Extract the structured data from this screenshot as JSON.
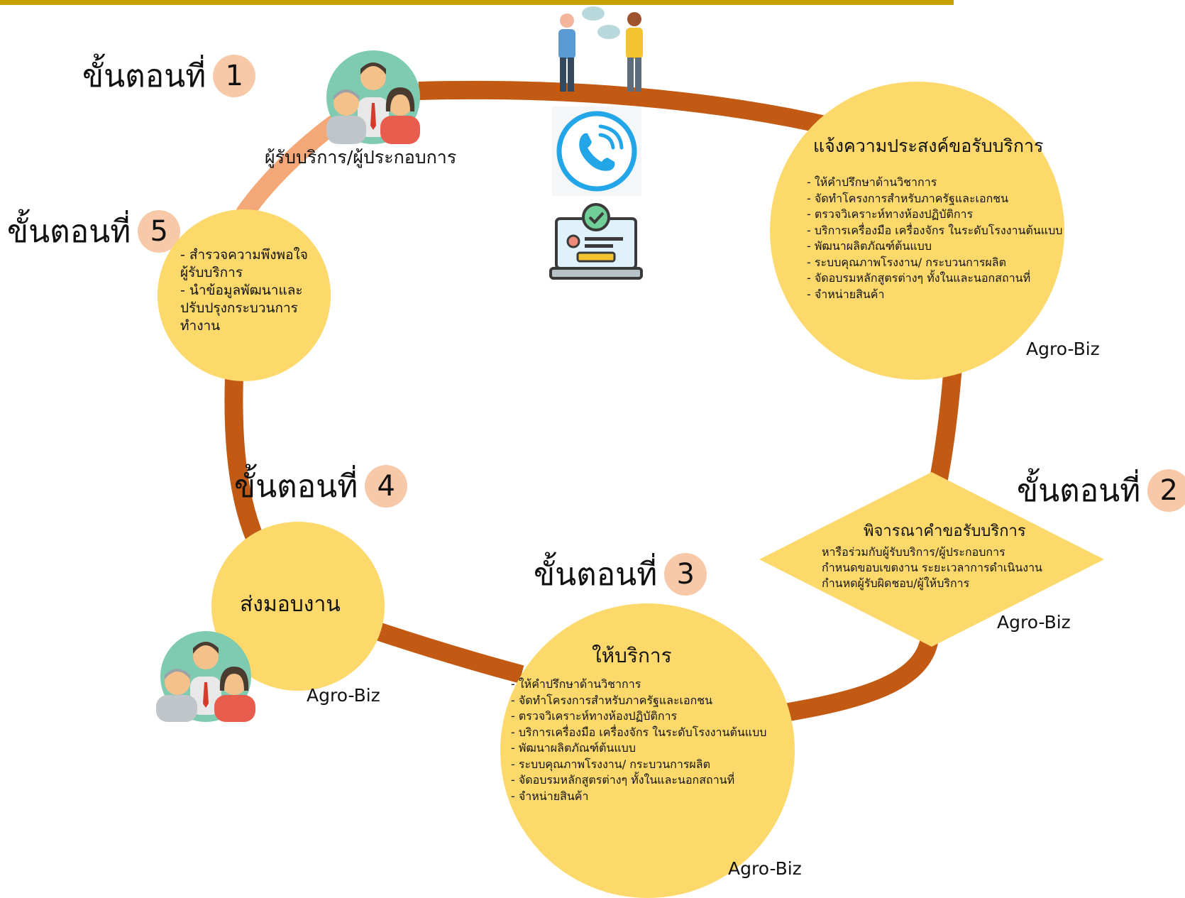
{
  "steps": [
    {
      "prefix": "ขั้นตอนที่",
      "num": "1"
    },
    {
      "prefix": "ขั้นตอนที่",
      "num": "2"
    },
    {
      "prefix": "ขั้นตอนที่",
      "num": "3"
    },
    {
      "prefix": "ขั้นตอนที่",
      "num": "4"
    },
    {
      "prefix": "ขั้นตอนที่",
      "num": "5"
    }
  ],
  "user_group_label": "ผู้รับบริการ/ผู้ประกอบการ",
  "request": {
    "title": "แจ้งความประสงค์ขอรับบริการ",
    "items": [
      "ให้คำปรึกษาด้านวิชาการ",
      "จัดทำโครงการสำหรับภาครัฐและเอกชน",
      "ตรวจวิเคราะห์ทางห้องปฏิบัติการ",
      "บริการเครื่องมือ เครื่องจักร ในระดับโรงงานต้นแบบ",
      "พัฒนาผลิตภัณฑ์ต้นแบบ",
      "ระบบคุณภาพโรงงาน/ กระบวนการผลิต",
      "จัดอบรมหลักสูตรต่างๆ ทั้งในและนอกสถานที่",
      "จำหน่ายสินค้า"
    ],
    "org": "Agro-Biz"
  },
  "consider": {
    "title": "พิจารณาคำขอรับบริการ",
    "lines": [
      "หารือร่วมกับผู้รับบริการ/ผู้ประกอบการ",
      "กำหนดขอบเขตงาน ระยะเวลาการดำเนินงาน",
      "กำนหดผู้รับผิดชอบ/ผู้ให้บริการ"
    ],
    "org": "Agro-Biz"
  },
  "service": {
    "title": "ให้บริการ",
    "items": [
      "ให้คำปรึกษาด้านวิชาการ",
      "จัดทำโครงการสำหรับภาครัฐและเอกชน",
      "ตรวจวิเคราะห์ทางห้องปฏิบัติการ",
      "บริการเครื่องมือ เครื่องจักร ในระดับโรงงานต้นแบบ",
      "พัฒนาผลิตภัณฑ์ต้นแบบ",
      "ระบบคุณภาพโรงงาน/ กระบวนการผลิต",
      "จัดอบรมหลักสูตรต่างๆ ทั้งในและนอกสถานที่",
      "จำหน่ายสินค้า"
    ],
    "org": "Agro-Biz"
  },
  "deliver": {
    "title": "ส่งมอบงาน",
    "org": "Agro-Biz"
  },
  "survey": {
    "lines": [
      "- สำรวจความพึงพอใจ",
      "ผู้รับบริการ",
      "- นำข้อมูลพัฒนาและ",
      "ปรับปรุงกระบวนการ",
      "ทำงาน"
    ]
  },
  "icons": [
    "conversation-icon",
    "phone-call-icon",
    "laptop-checklist-icon",
    "user-group-icon"
  ],
  "colors": {
    "circle": "#fcd96a",
    "path": "#c25a14",
    "path_light": "#f4a878",
    "step_badge": "#f8c9a8",
    "topbar": "#c8a000"
  }
}
